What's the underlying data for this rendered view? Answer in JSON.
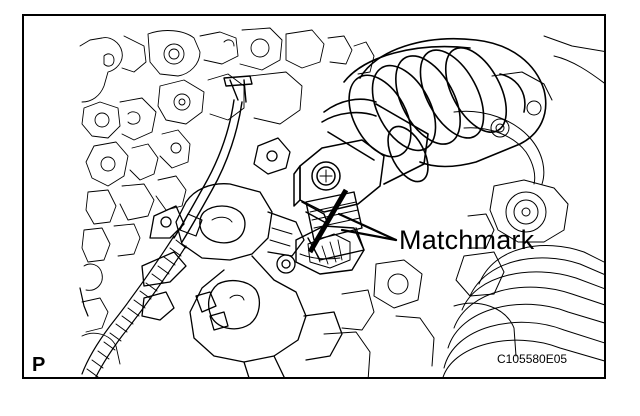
{
  "figure": {
    "callout_label": "Matchmark",
    "view_letter": "P",
    "figure_code": "C105580E05"
  },
  "colors": {
    "line": "#000000",
    "background": "#ffffff"
  }
}
